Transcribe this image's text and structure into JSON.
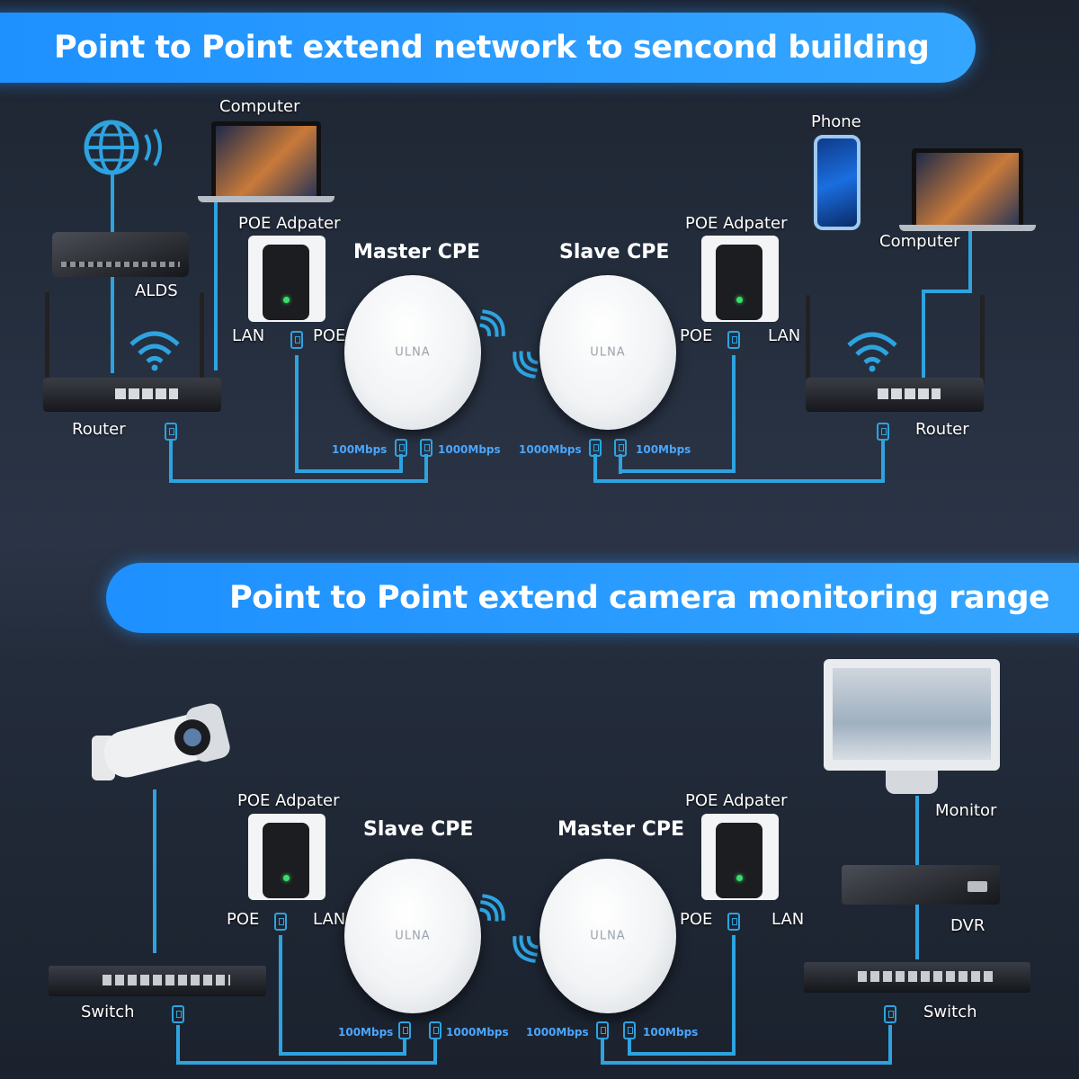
{
  "top": {
    "banner": "Point to Point extend network to sencond building",
    "computer_left": "Computer",
    "alds": "ALDS",
    "router_left": "Router",
    "poe_adapter_left": "POE Adpater",
    "lan_left": "LAN",
    "poe_left": "POE",
    "master_cpe": "Master CPE",
    "slave_cpe": "Slave CPE",
    "poe_adapter_right": "POE Adpater",
    "poe_right": "POE",
    "lan_right": "LAN",
    "phone": "Phone",
    "computer_right": "Computer",
    "router_right": "Router",
    "speed_100_left": "100Mbps",
    "speed_1000_left": "1000Mbps",
    "speed_1000_right": "1000Mbps",
    "speed_100_right": "100Mbps",
    "brand": "ULNA"
  },
  "bottom": {
    "banner": "Point to Point extend camera monitoring range",
    "poe_adapter_left": "POE Adpater",
    "poe_left": "POE",
    "lan_left": "LAN",
    "slave_cpe": "Slave CPE",
    "master_cpe": "Master CPE",
    "poe_adapter_right": "POE Adpater",
    "poe_right": "POE",
    "lan_right": "LAN",
    "switch_left": "Switch",
    "switch_right": "Switch",
    "monitor": "Monitor",
    "dvr": "DVR",
    "speed_100_left": "100Mbps",
    "speed_1000_left": "1000Mbps",
    "speed_1000_right": "1000Mbps",
    "speed_100_right": "100Mbps",
    "brand": "ULNA"
  },
  "colors": {
    "accent": "#2ea3e0",
    "banner": "#1e90ff",
    "speed": "#4aa6ff"
  }
}
